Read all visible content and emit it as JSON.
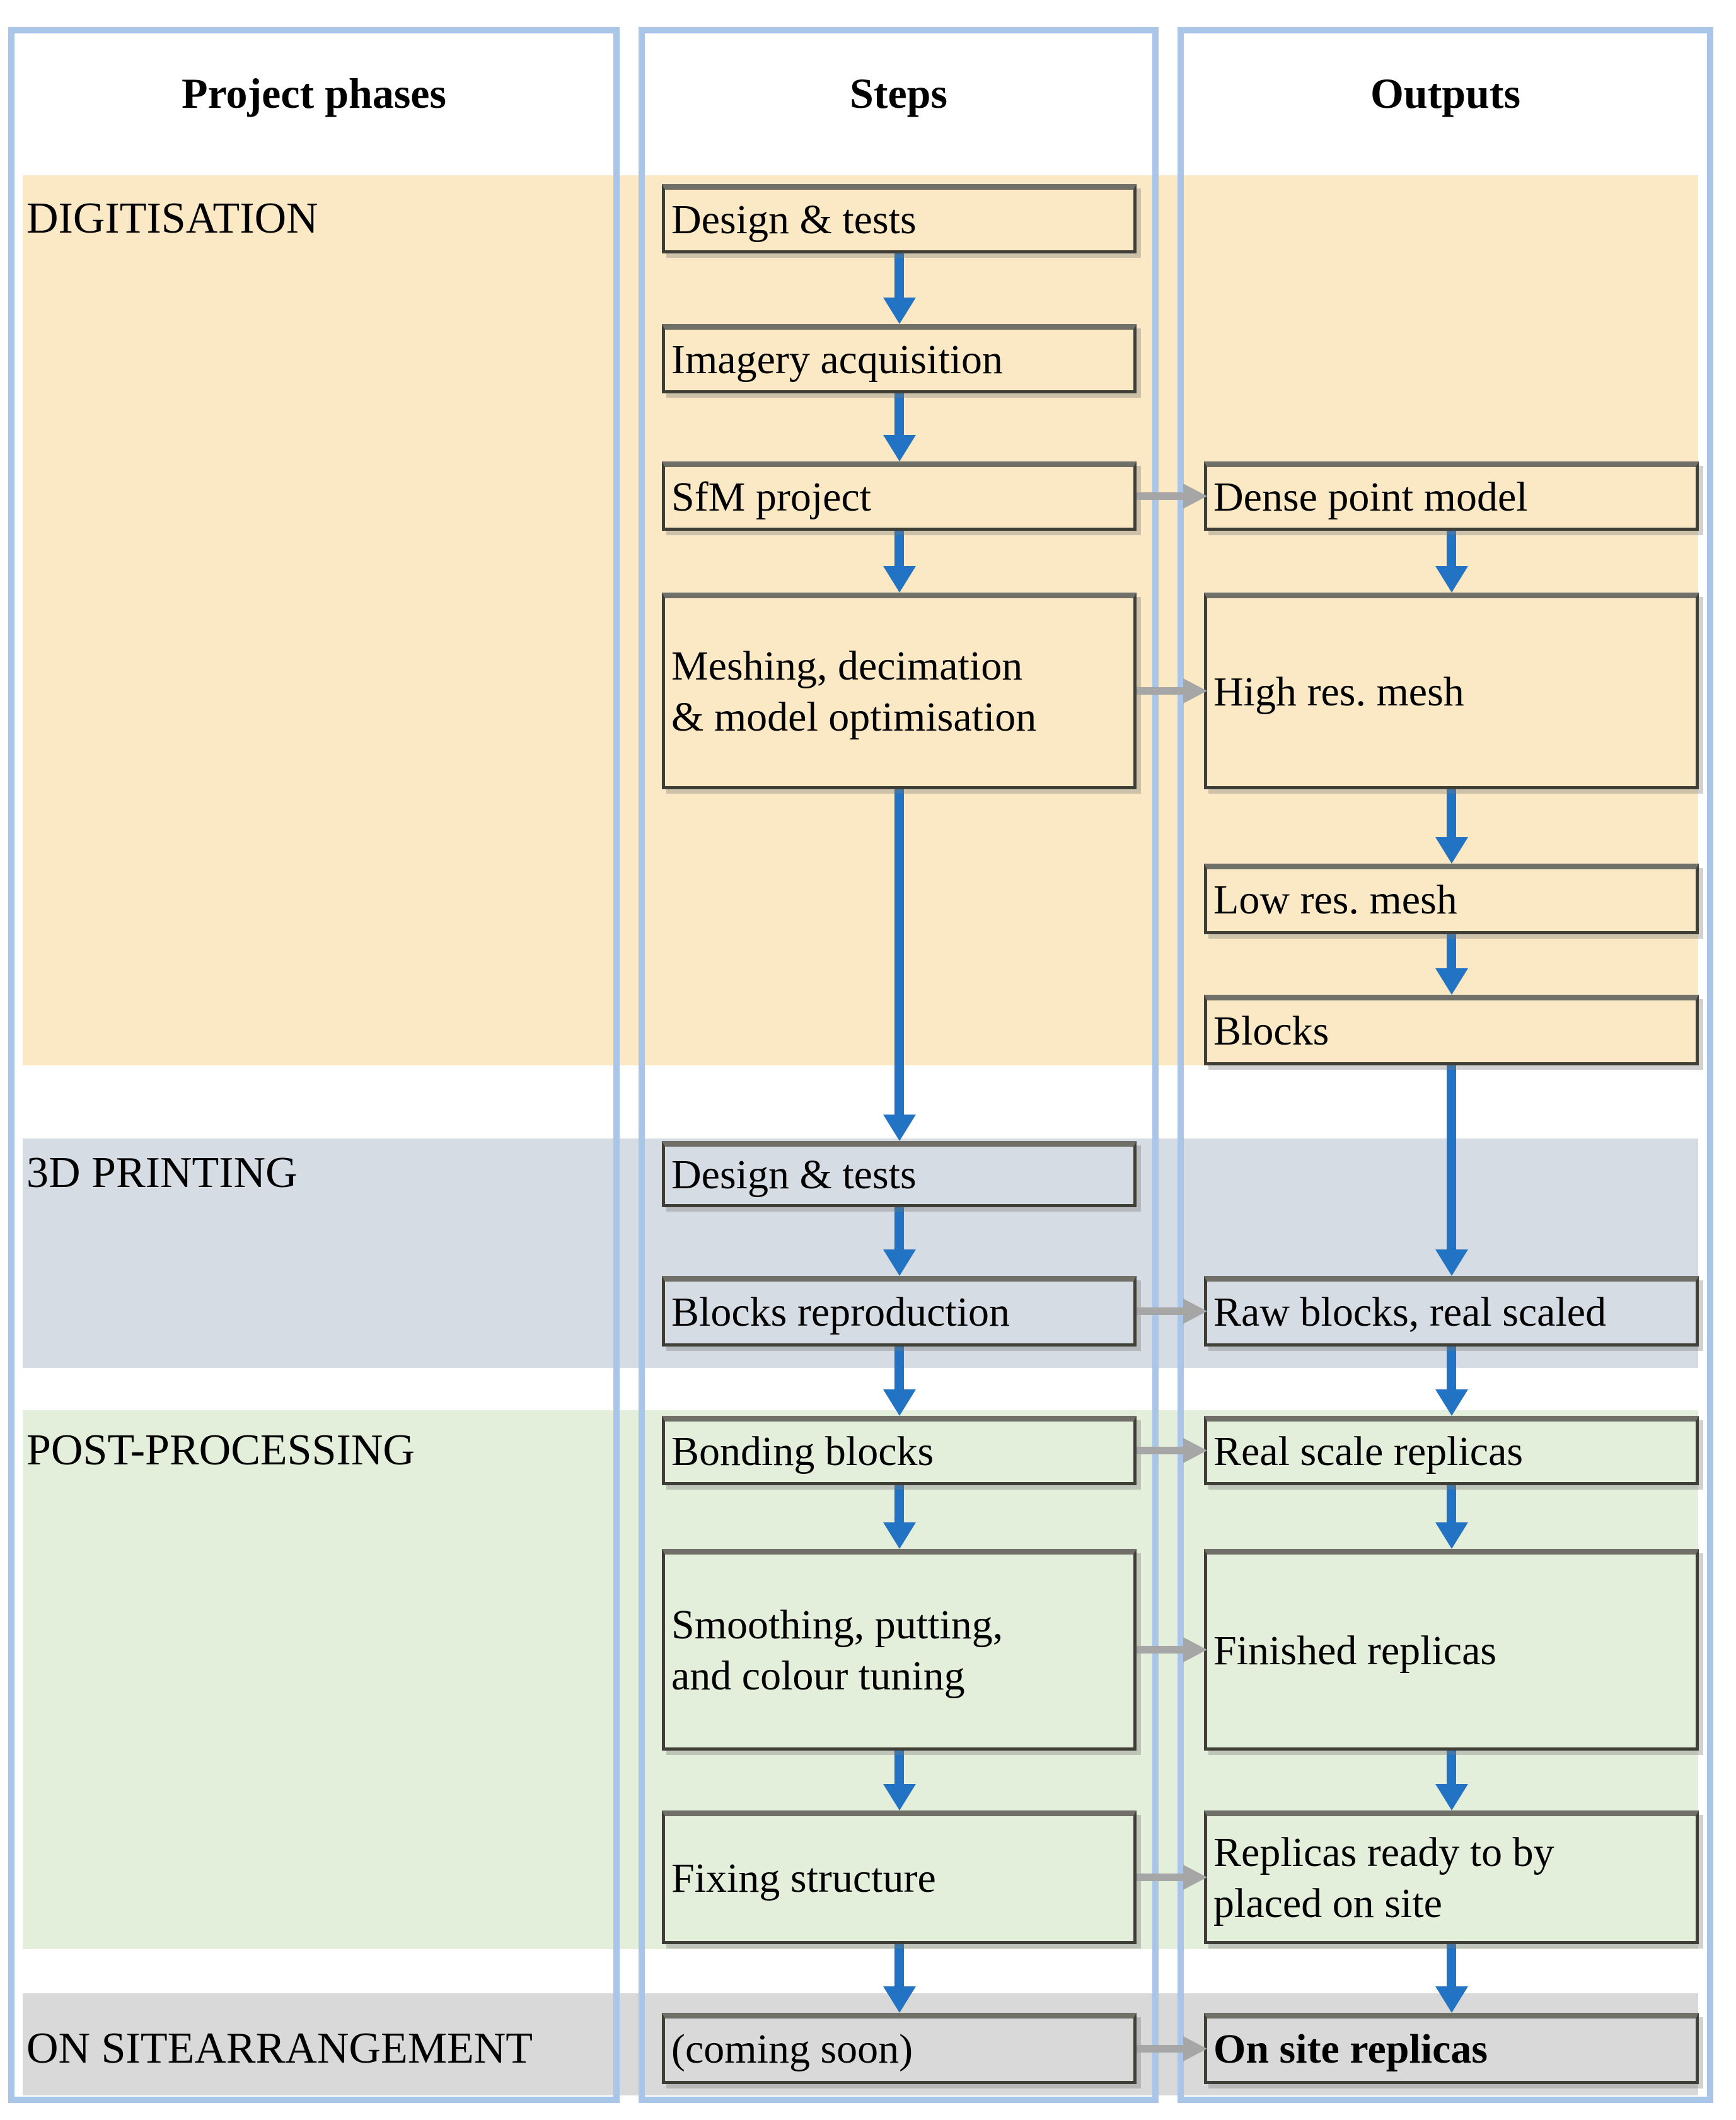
{
  "headers": {
    "phases": "Project phases",
    "steps": "Steps",
    "outputs": "Outputs"
  },
  "phases": [
    {
      "label": "DIGITISATION",
      "band_color": "#FBE9C5"
    },
    {
      "label": "3D PRINTING",
      "band_color": "#D6DCE4"
    },
    {
      "label": "POST-PROCESSING",
      "band_color": "#E3EFDA"
    },
    {
      "label": "ON SITEARRANGEMENT",
      "band_color": "#D9D9D9"
    }
  ],
  "steps_boxes": [
    {
      "label": "Design & tests"
    },
    {
      "label": "Imagery acquisition"
    },
    {
      "label": "SfM project"
    },
    {
      "label": "Meshing, decimation\n& model optimisation"
    },
    {
      "label": "Design & tests"
    },
    {
      "label": "Blocks reproduction"
    },
    {
      "label": "Bonding blocks"
    },
    {
      "label": "Smoothing, putting,\nand colour tuning"
    },
    {
      "label": "Fixing structure"
    },
    {
      "label": "(coming soon)"
    }
  ],
  "outputs_boxes": [
    {
      "label": "Dense point model"
    },
    {
      "label": "High res. mesh"
    },
    {
      "label": "Low res. mesh"
    },
    {
      "label": "Blocks"
    },
    {
      "label": "Raw blocks, real scaled"
    },
    {
      "label": "Real scale replicas"
    },
    {
      "label": "Finished replicas"
    },
    {
      "label": "Replicas ready to by\nplaced on site"
    },
    {
      "label": "On site replicas",
      "bold": true
    }
  ],
  "colors": {
    "column_border": "#A9C6E8",
    "box_border": "#3F3F37",
    "flow_arrow_blue": "#2273C4",
    "output_arrow_gray": "#A6A6A6",
    "text": "#000000"
  }
}
